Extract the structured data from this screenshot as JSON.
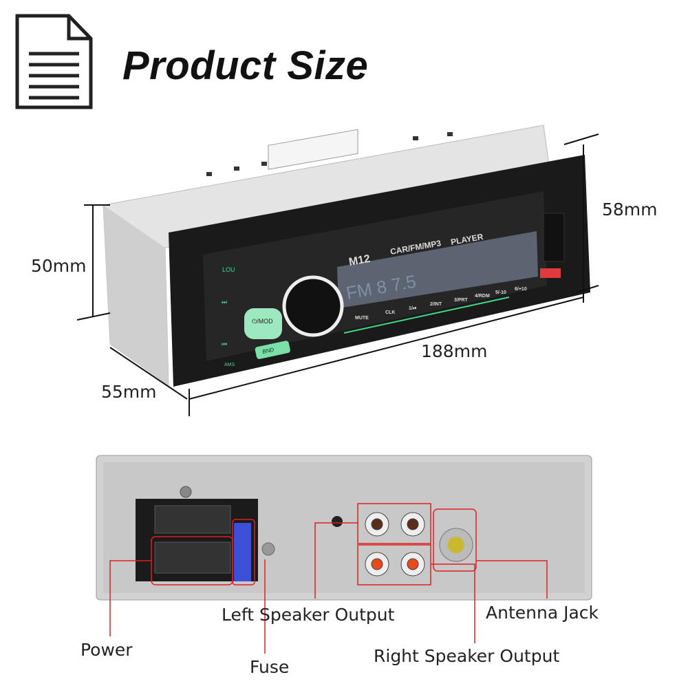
{
  "header": {
    "title": "Product Size",
    "icon": "document-icon"
  },
  "dimensions": {
    "height_body": "50mm",
    "height_face": "58mm",
    "width": "188mm",
    "depth": "55mm"
  },
  "front_panel": {
    "model": "M12",
    "brand_line": "CAR/FM/MP3",
    "brand_line2": "PLAYER",
    "display": "FM  8  7.5",
    "buttons": [
      "LOU",
      "⏭",
      "⏮",
      "AMS",
      "⏻/MOD",
      "BND",
      "MUTE",
      "CLK",
      "1/⏯",
      "2/INT",
      "3/PRT",
      "4/RDM",
      "5/-10",
      "6/+10"
    ],
    "accent_color": "#3ddc84"
  },
  "rear_labels": {
    "power": "Power",
    "fuse": "Fuse",
    "left_speaker": "Left Speaker Output",
    "right_speaker": "Right Speaker Output",
    "antenna": "Antenna Jack"
  },
  "colors": {
    "highlight_box": "#e02020",
    "face": "#1a1a1a",
    "chassis": "#d8d8d8"
  }
}
